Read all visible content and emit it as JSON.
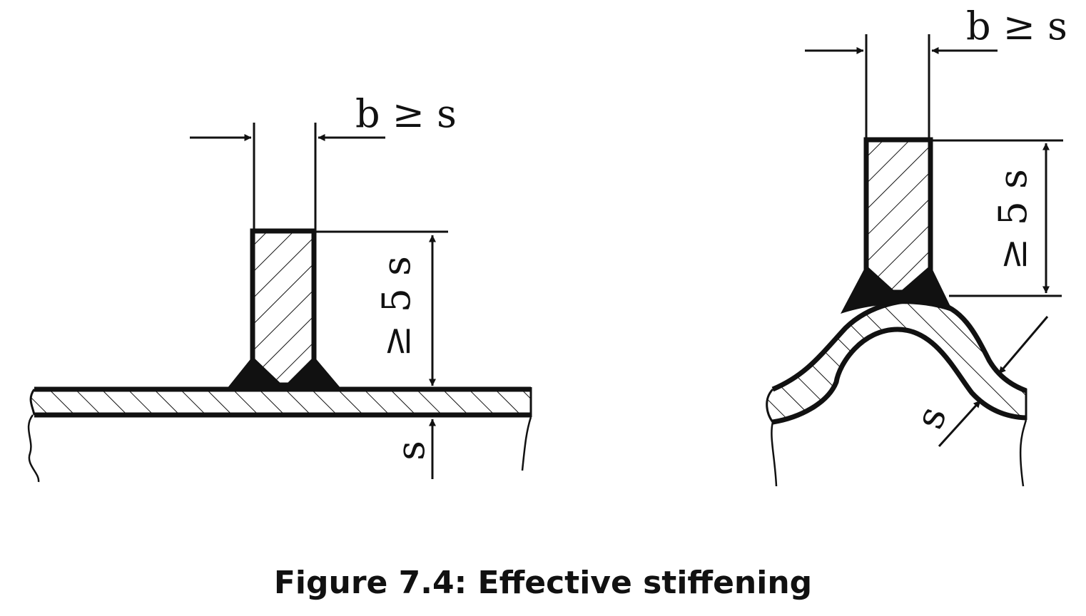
{
  "caption": "Figure 7.4: Effective stiffening",
  "left_detail": {
    "width_label": "b ≥ s",
    "height_label": "≥ 5 s",
    "thickness_label": "s"
  },
  "right_detail": {
    "width_label": "b ≥ s",
    "height_label": "≥ 5 s",
    "thickness_label": "s"
  }
}
